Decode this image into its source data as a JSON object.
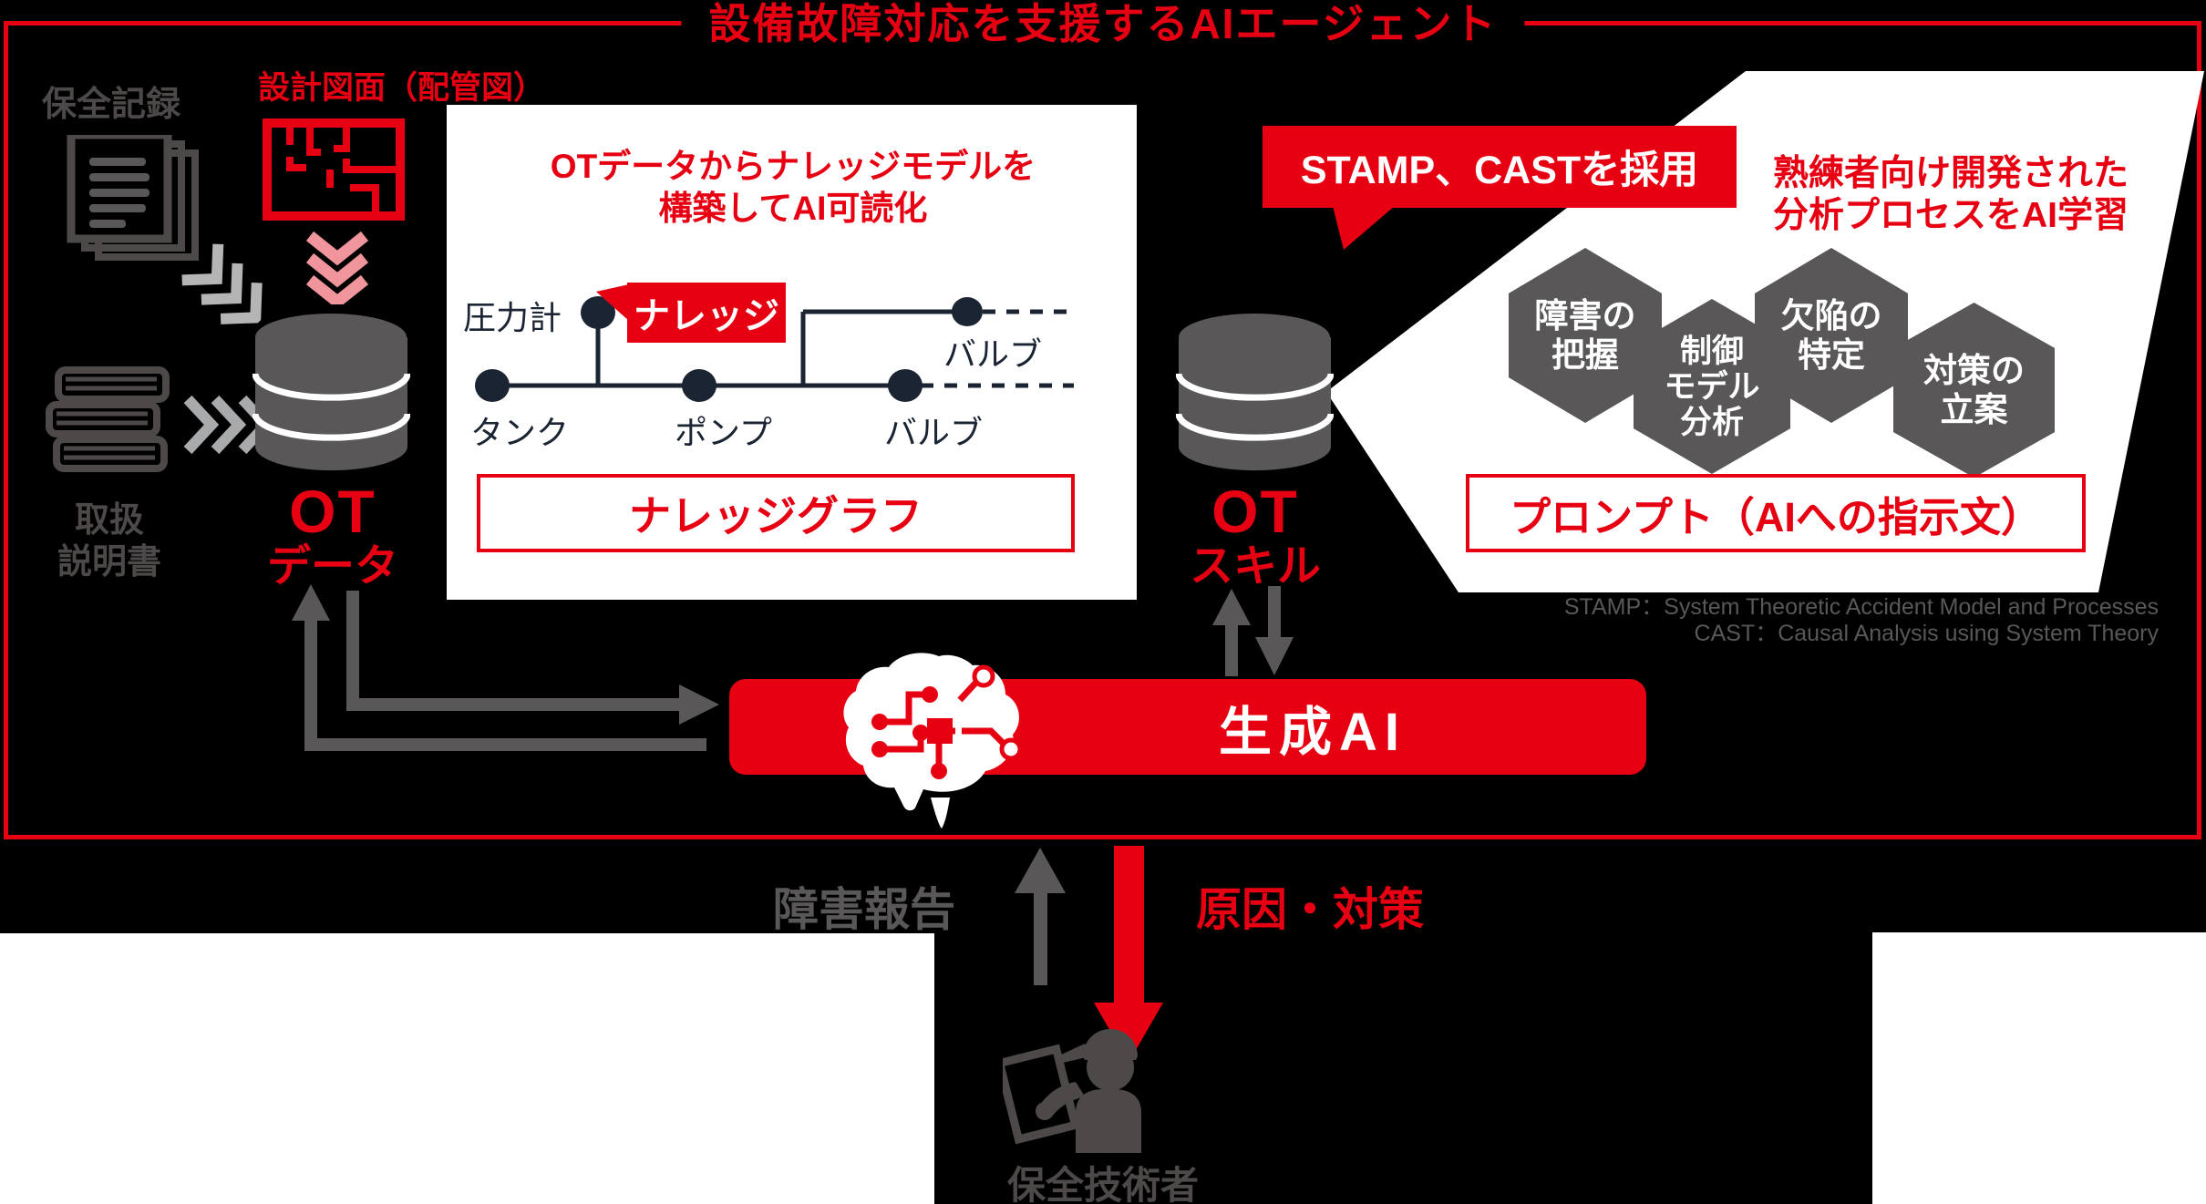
{
  "title": "設備故障対応を支援するAIエージェント",
  "left": {
    "maintenance_label": "保全記録",
    "drawing_label": "設計図面（配管図）",
    "manual_label_1": "取扱",
    "manual_label_2": "説明書",
    "ot_data_1": "OT",
    "ot_data_2": "データ"
  },
  "kp": {
    "h1": "OTデータからナレッジモデルを",
    "h2": "構築してAI可読化",
    "pressure": "圧力計",
    "knowledge": "ナレッジ",
    "valve_top": "バルブ",
    "tank": "タンク",
    "pump": "ポンプ",
    "valve": "バルブ",
    "caption": "ナレッジグラフ"
  },
  "sp": {
    "bubble": "STAMP、CASTを採用",
    "h1": "熟練者向け開発された",
    "h2": "分析プロセスをAI学習",
    "hex1_1": "障害の",
    "hex1_2": "把握",
    "hex2_1": "制御",
    "hex2_2": "モデル",
    "hex2_3": "分析",
    "hex3_1": "欠陥の",
    "hex3_2": "特定",
    "hex4_1": "対策の",
    "hex4_2": "立案",
    "caption": "プロンプト（AIへの指示文）",
    "footnote_1": "STAMP：System Theoretic Accident Model and Processes",
    "footnote_2": "CAST：Causal Analysis using System Theory",
    "ot_skill_1": "OT",
    "ot_skill_2": "スキル"
  },
  "genai": {
    "label": "生成AI"
  },
  "bottom": {
    "report": "障害報告",
    "cause": "原因・対策",
    "engineer": "保全技術者"
  },
  "colors": {
    "accent_red": "#e60012",
    "icon_gray": "#595757",
    "node_navy": "#1b2433",
    "chevron_pink": "#f0959b"
  }
}
